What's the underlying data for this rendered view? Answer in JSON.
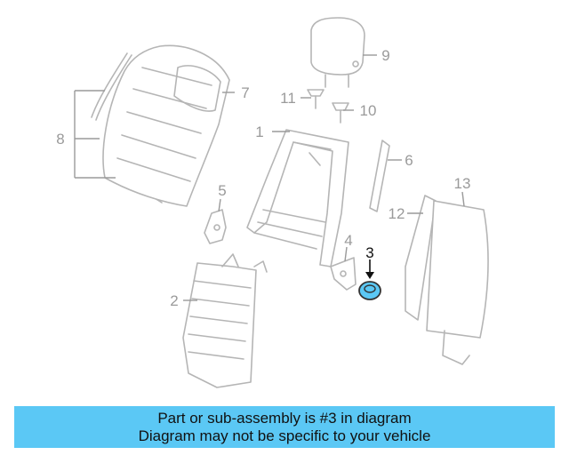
{
  "diagram": {
    "callouts": [
      "1",
      "2",
      "3",
      "4",
      "5",
      "6",
      "7",
      "8",
      "9",
      "10",
      "11",
      "12",
      "13"
    ],
    "highlighted_part": "3",
    "colors": {
      "highlight_fill": "#5bc8f5",
      "part_stroke": "#b5b5b5",
      "highlight_text": "#111111"
    }
  },
  "banner": {
    "line1": "Part or sub-assembly is #3 in diagram",
    "line2": "Diagram may not be specific to your vehicle",
    "background": "#5bc8f5"
  }
}
